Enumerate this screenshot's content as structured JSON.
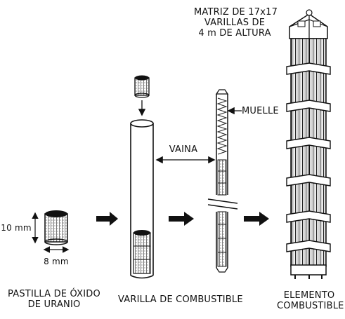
{
  "matrix": {
    "line1": "MATRIZ DE 17x17",
    "line2": "VARILLAS DE",
    "line3": "4 m DE ALTURA"
  },
  "pellet": {
    "height": "10 mm",
    "width": "8 mm",
    "caption_line1": "PASTILLA DE ÓXIDO",
    "caption_line2": "DE URANIO"
  },
  "rod": {
    "sheath": "VAINA",
    "caption": "VARILLA DE COMBUSTIBLE"
  },
  "spring": "MUELLE",
  "element": {
    "caption_line1": "ELEMENTO",
    "caption_line2": "COMBUSTIBLE"
  }
}
